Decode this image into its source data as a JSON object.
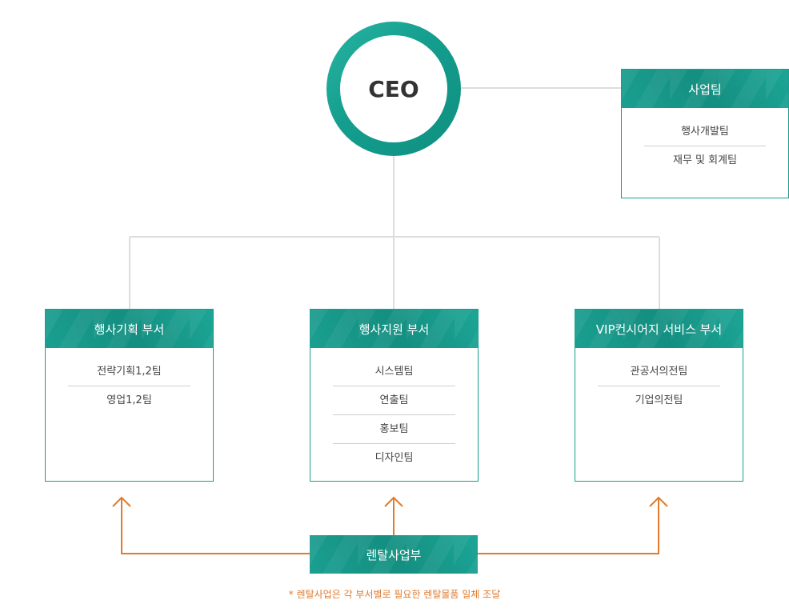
{
  "ceo": {
    "label": "CEO"
  },
  "business_team": {
    "title": "사업팀",
    "items": [
      "행사개발팀",
      "재무 및 회계팀"
    ]
  },
  "departments": [
    {
      "title": "행사기획 부서",
      "items": [
        "전략기획1,2팀",
        "영업1,2팀"
      ]
    },
    {
      "title": "행사지원 부서",
      "items": [
        "시스템팀",
        "연출팀",
        "홍보팀",
        "디자인팀"
      ]
    },
    {
      "title": "VIP컨시어지 서비스 부서",
      "items": [
        "관공서의전팀",
        "기업의전팀"
      ]
    }
  ],
  "rental": {
    "title": "렌탈사업부"
  },
  "note": "* 렌탈사업은 각 부서별로 필요한 렌탈물품 일체 조달",
  "colors": {
    "teal": "#1a9e8f",
    "orange": "#e07a2c",
    "connector": "#dddddd"
  }
}
